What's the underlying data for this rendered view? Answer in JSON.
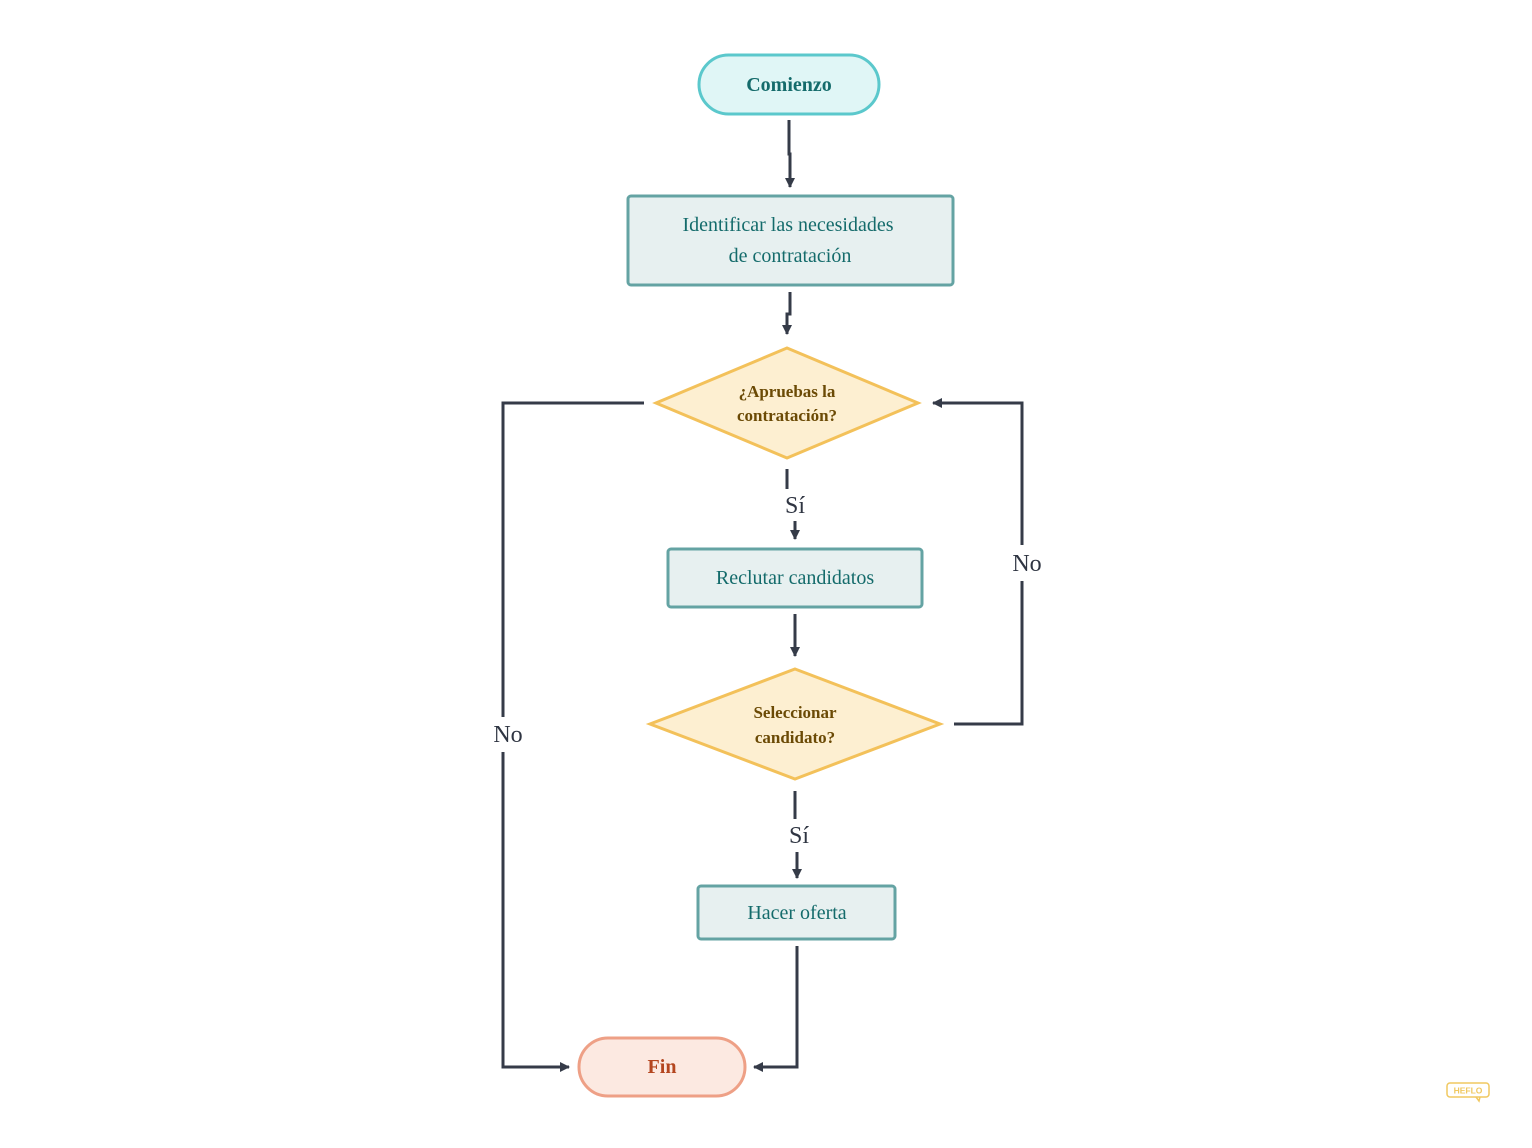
{
  "diagram": {
    "nodes": {
      "start": {
        "label": "Comienzo"
      },
      "identify": {
        "line1": "Identificar las necesidades",
        "line2": "de contratación"
      },
      "approve": {
        "line1": "¿Apruebas la",
        "line2": "contratación?"
      },
      "recruit": {
        "label": "Reclutar candidatos"
      },
      "select": {
        "line1": "Seleccionar",
        "line2": "candidato?"
      },
      "offer": {
        "label": "Hacer oferta"
      },
      "end": {
        "label": "Fin"
      }
    },
    "edge_labels": {
      "approve_yes": "Sí",
      "approve_no": "No",
      "select_yes": "Sí",
      "select_no": "No"
    }
  },
  "watermark": {
    "text": "HEFLO"
  },
  "colors": {
    "terminal_start_fill": "#e0f6f6",
    "terminal_start_stroke": "#5bc8cc",
    "process_fill": "#e7f0f0",
    "process_stroke": "#64a3a3",
    "process_text": "#146b6b",
    "decision_fill": "#fdefd1",
    "decision_stroke": "#f3c15a",
    "decision_text": "#6b4a05",
    "terminal_end_fill": "#fce9e1",
    "terminal_end_stroke": "#eea086",
    "terminal_end_text": "#b4461f",
    "connector": "#353b48"
  }
}
